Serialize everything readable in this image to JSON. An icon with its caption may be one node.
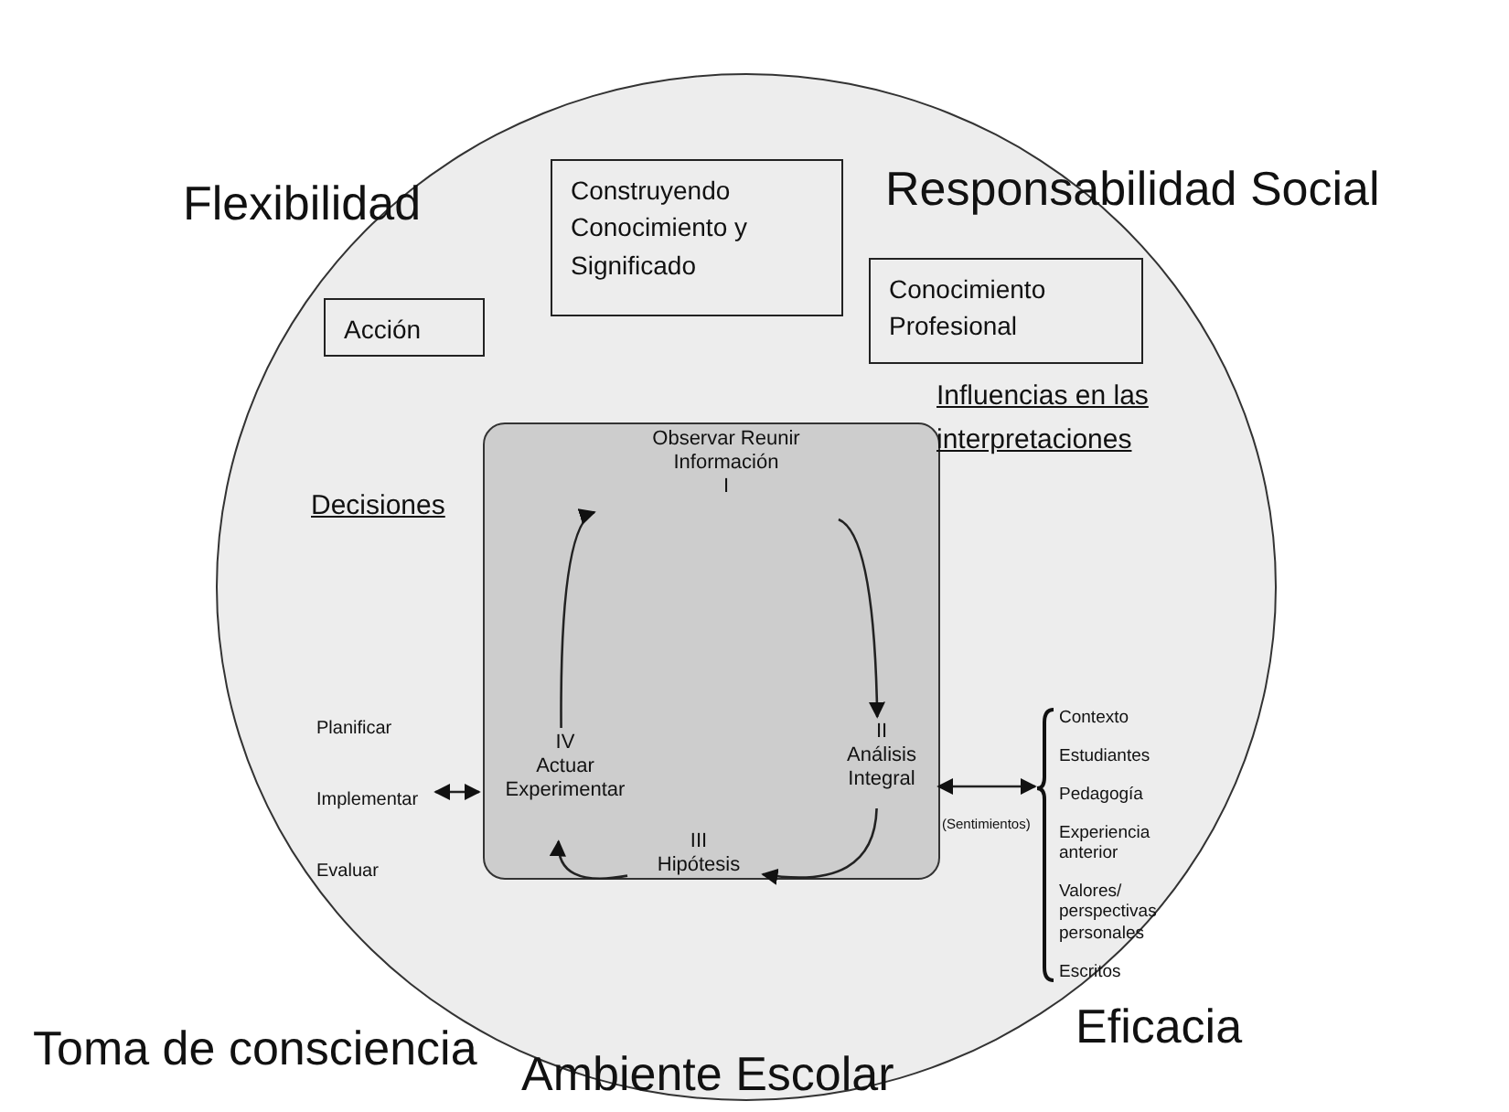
{
  "diagram": {
    "nodes": [
      {
        "text": [],
        "shape": "circle"
      },
      {
        "text": [
          "Acción"
        ],
        "in": 0
      },
      {
        "text": [
          "Construyendo Conocimiento y Significado"
        ],
        "in": 0
      },
      {
        "text": [
          "Conocimiento Profesional"
        ],
        "in": 0
      },
      {
        "text": [],
        "shape": "box",
        "in": 0
      },
      {
        "text": [
          "Observar Reunir Información",
          "I"
        ],
        "in": 4
      },
      {
        "text": [
          "II",
          "Análisis Integral"
        ],
        "in": 4
      },
      {
        "text": [
          "III",
          "Hipótesis"
        ],
        "in": 4
      },
      {
        "text": [
          "IV",
          "Actuar Experimentar"
        ],
        "in": 4
      },
      {
        "text": [
          "Planificar",
          "Implementar",
          "Evaluar"
        ],
        "in": 0
      },
      {
        "text": [
          "Contexto",
          "Estudiantes",
          "Pedagogía",
          "Experiencia anterior",
          "Valores/ perspectivas personales",
          "Escritos"
        ],
        "in": 0
      }
    ],
    "edges": [
      {
        "from": 5,
        "to": 6,
        "arrow": "to"
      },
      {
        "from": 6,
        "to": 7,
        "arrow": "to"
      },
      {
        "from": 7,
        "to": 8,
        "arrow": "to"
      },
      {
        "from": 8,
        "to": 5,
        "arrow": "to"
      },
      {
        "from": 9,
        "to": 8,
        "arrow": "both"
      },
      {
        "from": 10,
        "to": 6,
        "arrow": "both"
      }
    ],
    "labels": [
      "Flexibilidad",
      "Responsabilidad Social",
      "Decisiones",
      "Influencias en las interpretaciones",
      "(Sentimientos)",
      "Toma de consciencia",
      "Eficacia",
      "Ambiente Escolar"
    ]
  }
}
